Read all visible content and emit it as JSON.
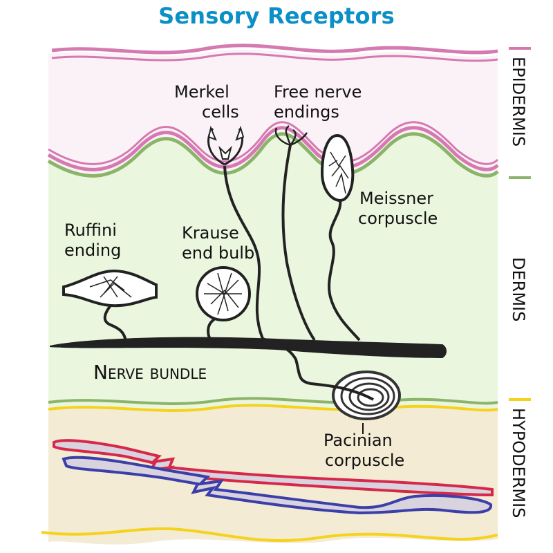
{
  "title": "Sensory Receptors",
  "layers": [
    {
      "name": "EPIDERMIS",
      "color": "#d57ab0",
      "fill": "#fbf2f8"
    },
    {
      "name": "DERMIS",
      "color": "#8bb46a",
      "fill": "#eaf6de"
    },
    {
      "name": "HYPODERMIS",
      "color": "#f5d21c",
      "fill": "#f4ebd5"
    }
  ],
  "receptors": {
    "merkel": {
      "line1": "Merkel",
      "line2": "cells"
    },
    "free": {
      "line1": "Free nerve",
      "line2": "endings"
    },
    "meissner": {
      "line1": "Meissner",
      "line2": "corpuscle"
    },
    "ruffini": {
      "line1": "Ruffini",
      "line2": "ending"
    },
    "krause": {
      "line1": "Krause",
      "line2": "end bulb"
    },
    "pacinian": {
      "line1": "Pacinian",
      "line2": "corpuscle"
    }
  },
  "nerve_bundle": "Nerve bundle",
  "vessels": {
    "artery_color": "#d6294a",
    "vein_color": "#3b3fa8",
    "inner_color": "#d8d3df"
  }
}
